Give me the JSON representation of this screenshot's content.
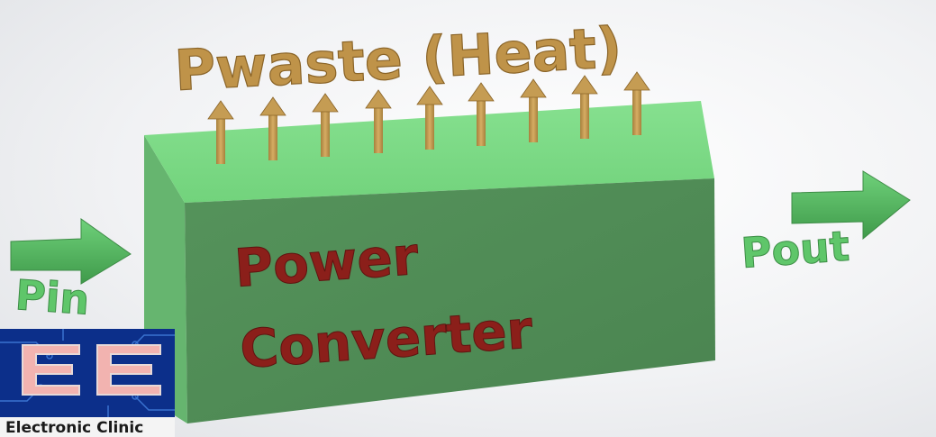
{
  "title": "Pwaste (Heat)",
  "box": {
    "line1": "Power",
    "line2": "Converter"
  },
  "input_label": "Pin",
  "output_label": "Pout",
  "logo": {
    "caption": "Electronic Clinic"
  },
  "colors": {
    "box_top": "#7fdc88",
    "box_front": "#4f8b55",
    "box_side": "#5fa867",
    "heat_arrow": "#c29a52",
    "io_arrow": "#5cc067",
    "converter_text": "#8b1f1a",
    "logo_bg": "#0c2f8a"
  }
}
